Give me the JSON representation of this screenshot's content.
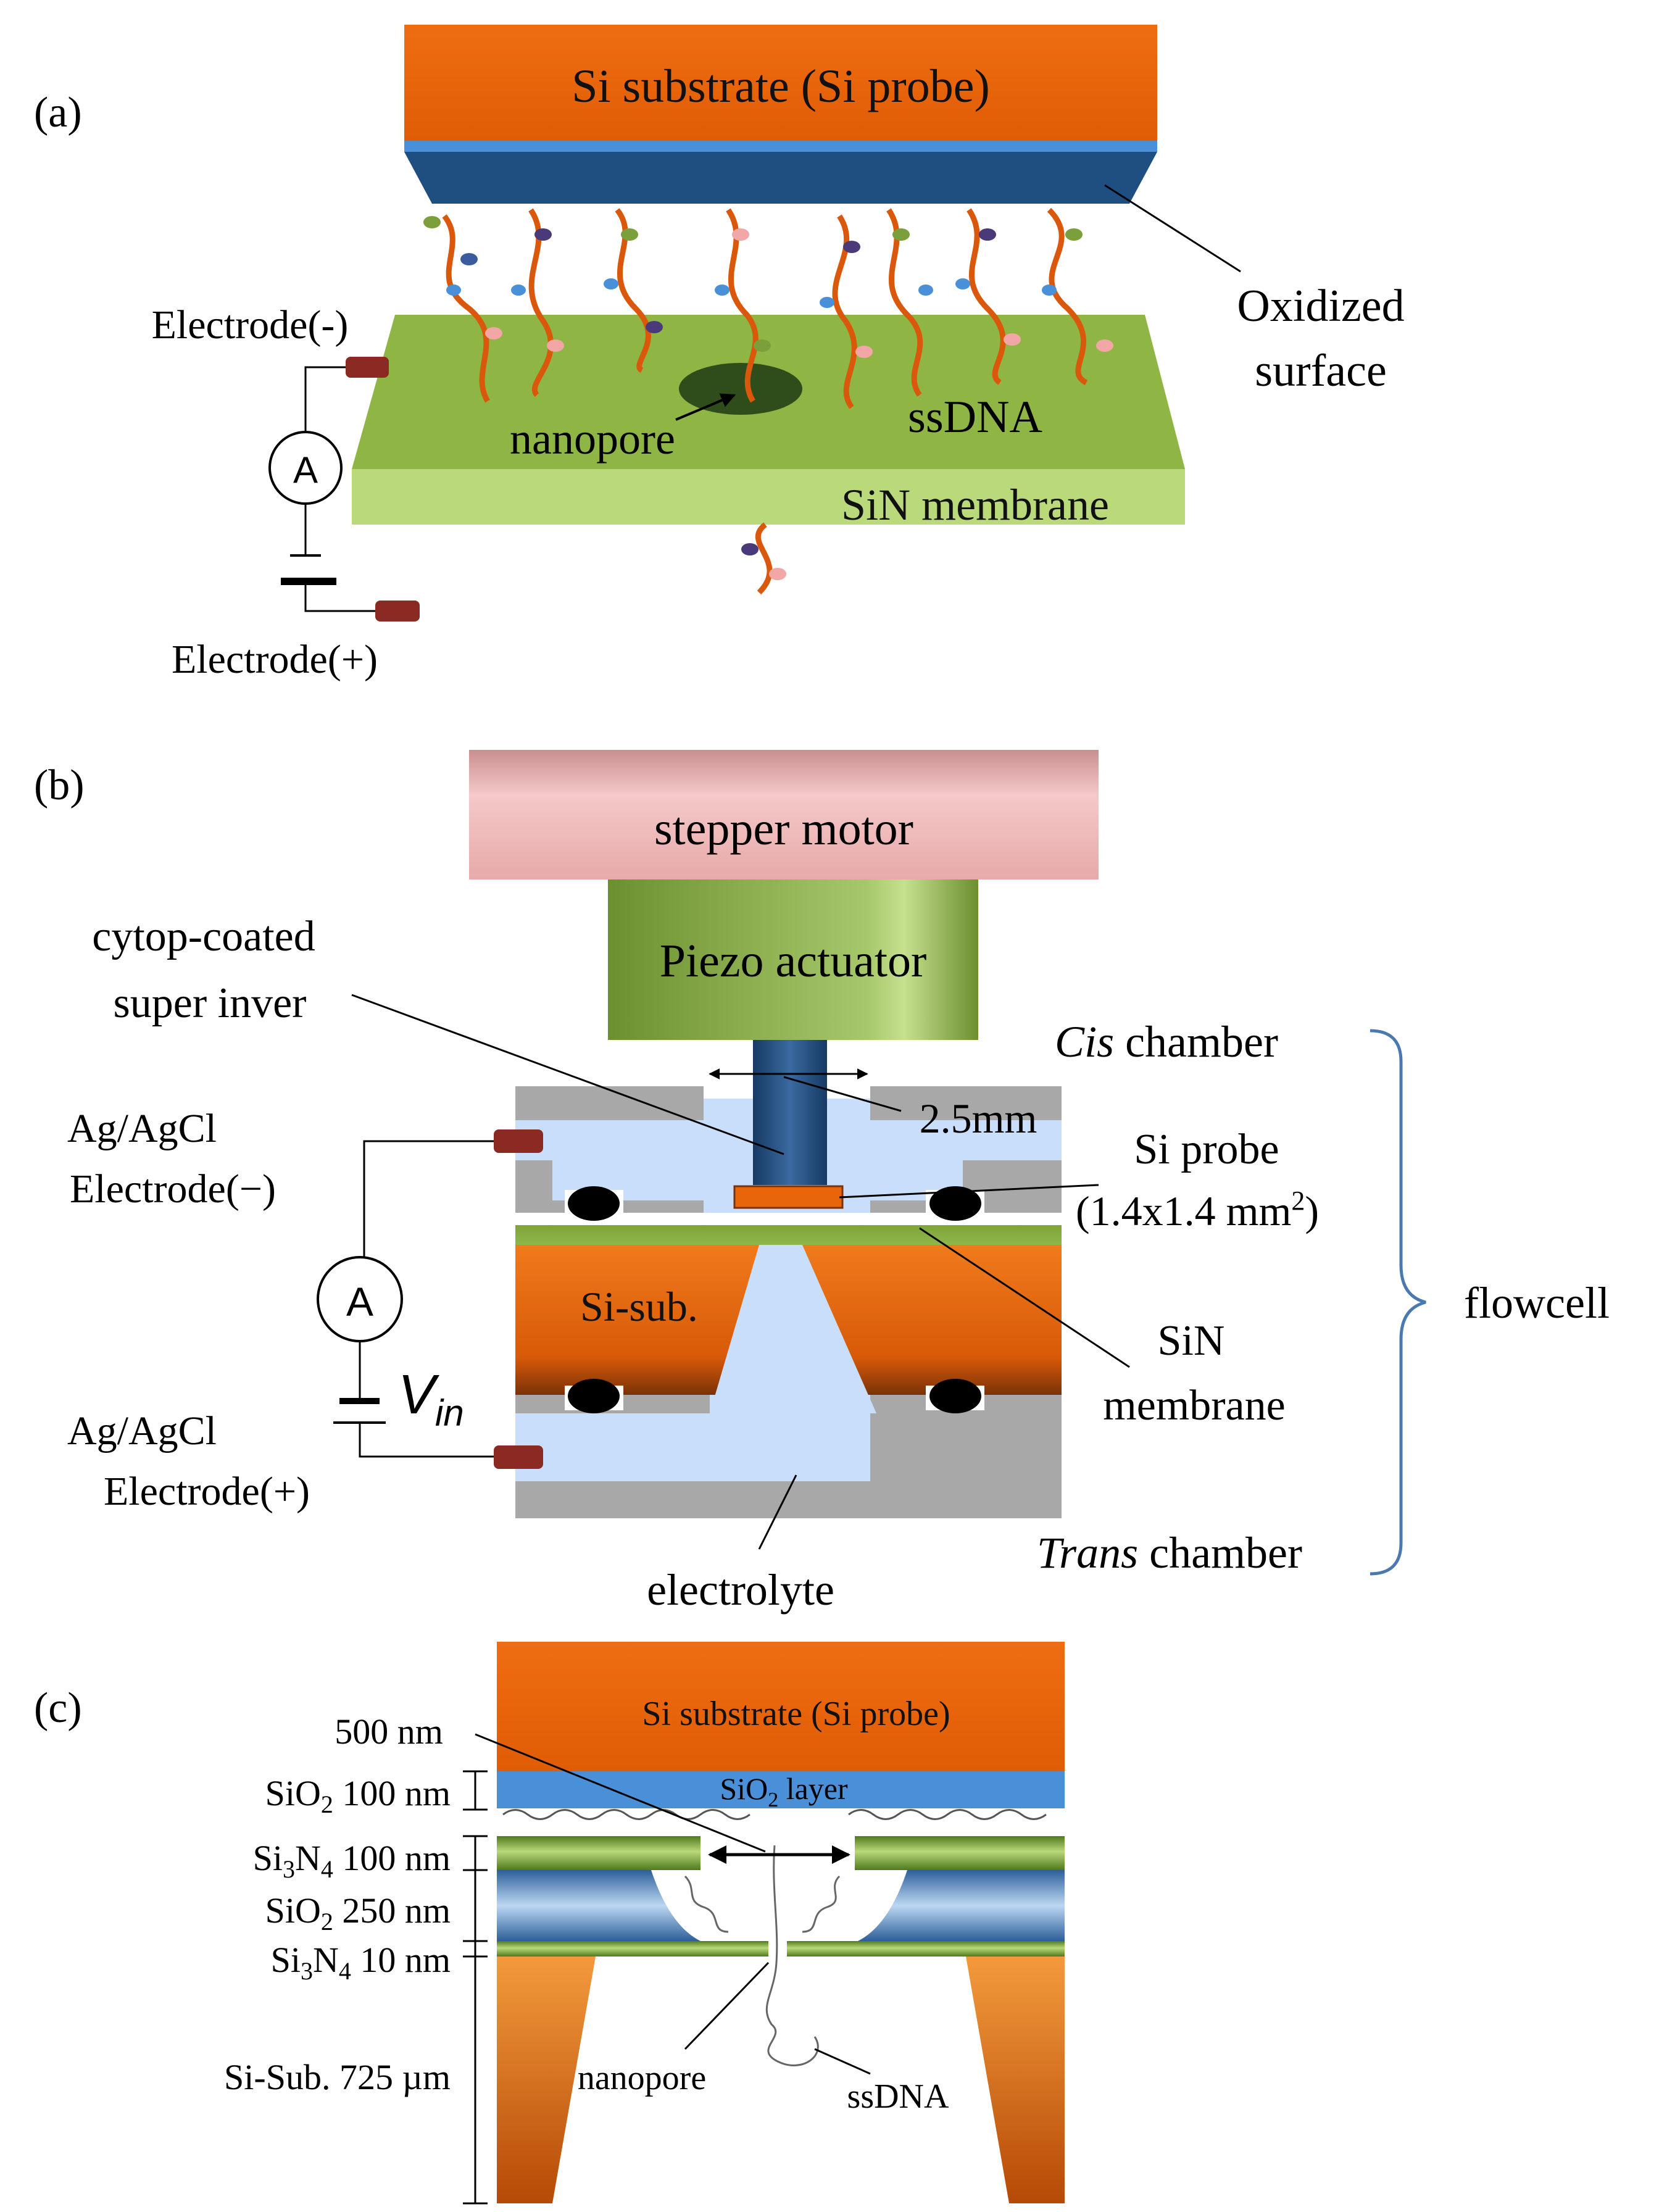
{
  "panel_a": {
    "label": "(a)",
    "substrate": "Si substrate (Si probe)",
    "oxidized_1": "Oxidized",
    "oxidized_2": "surface",
    "electrode_neg": "Electrode(-)",
    "electrode_pos": "Electrode(+)",
    "ammeter": "A",
    "nanopore": "nanopore",
    "ssdna": "ssDNA",
    "membrane": "SiN membrane"
  },
  "panel_b": {
    "label": "(b)",
    "stepper": "stepper motor",
    "piezo": "Piezo actuator",
    "cytop_1": "cytop-coated",
    "cytop_2": "super inver",
    "cis_italic": "Cis",
    "cis_rest": " chamber",
    "trans_italic": "Trans",
    "trans_rest": " chamber",
    "width": "2.5mm",
    "probe_1": "Si probe",
    "probe_2": "(1.4x1.4 mm",
    "probe_2_sup": "2",
    "probe_2_end": ")",
    "agcl_top_1": "Ag/AgCl",
    "agcl_top_2": "Electrode(−)",
    "agcl_bot_1": "Ag/AgCl",
    "agcl_bot_2": "Electrode(+)",
    "ammeter": "A",
    "vin_v": "V",
    "vin_sub": "in",
    "si_sub": "Si-sub.",
    "sin_1": "SiN",
    "sin_2": "membrane",
    "flowcell": "flowcell",
    "electrolyte": "electrolyte"
  },
  "panel_c": {
    "label": "(c)",
    "substrate": "Si substrate (Si probe)",
    "sio2_layer": "SiO",
    "sio2_layer_sub": "2",
    "sio2_layer_end": " layer",
    "width": "500 nm",
    "layers": [
      {
        "main": "SiO",
        "sub": "2",
        "rest": "  100 nm"
      },
      {
        "main": "Si",
        "sub": "3",
        "mid": "N",
        "sub2": "4",
        "rest": " 100 nm"
      },
      {
        "main": "SiO",
        "sub": "2",
        "rest": "  250 nm"
      },
      {
        "main": "Si",
        "sub": "3",
        "mid": "N",
        "sub2": "4",
        "rest": "   10 nm"
      }
    ],
    "si_sub": "Si-Sub. 725 µm",
    "nanopore": "nanopore",
    "ssdna": "ssDNA"
  },
  "colors": {
    "orange": "#e8650a",
    "blue_dark": "#1f4f80",
    "blue_light": "#4a90d9",
    "green": "#7fae3a",
    "green_light": "#b3d66a",
    "pink": "#f2c4c4",
    "gray": "#a8a8a8",
    "electrolyte": "#c9defa",
    "electrode": "#8b2a22"
  }
}
